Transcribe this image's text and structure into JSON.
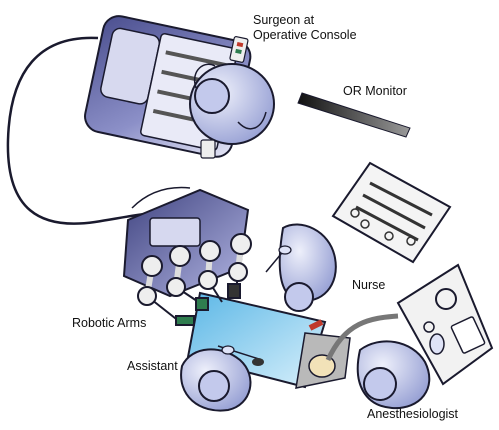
{
  "labels": {
    "surgeon": [
      "Surgeon at",
      "Operative Console"
    ],
    "or_monitor": "OR Monitor",
    "nurse": "Nurse",
    "robotic_arms": "Robotic Arms",
    "assistant": "Assistant",
    "anesthesiologist": "Anesthesiologist"
  },
  "colors": {
    "outline": "#1a1a2e",
    "console_blue": "#5a5f9e",
    "console_light": "#c9cbe8",
    "person_fill": "#a9b2e0",
    "person_light": "#dfe3f7",
    "drape_blue": "#7fc8ec",
    "monitor_bar": "#1e1e1e",
    "instrument_gray": "#d8d8d8",
    "arm_joint": "#eeeeee",
    "green_tip": "#2f7d4f",
    "red_tip": "#c0392b",
    "patient_skin": "#f2e2b8",
    "anesthesia_box": "#f2f2f2"
  },
  "icons": [
    "surgeon-console-icon",
    "or-monitor-icon",
    "instrument-tray-icon",
    "robotic-cart-icon",
    "nurse-figure-icon",
    "assistant-figure-icon",
    "anesthesiologist-figure-icon",
    "anesthesia-machine-icon",
    "patient-table-icon"
  ]
}
